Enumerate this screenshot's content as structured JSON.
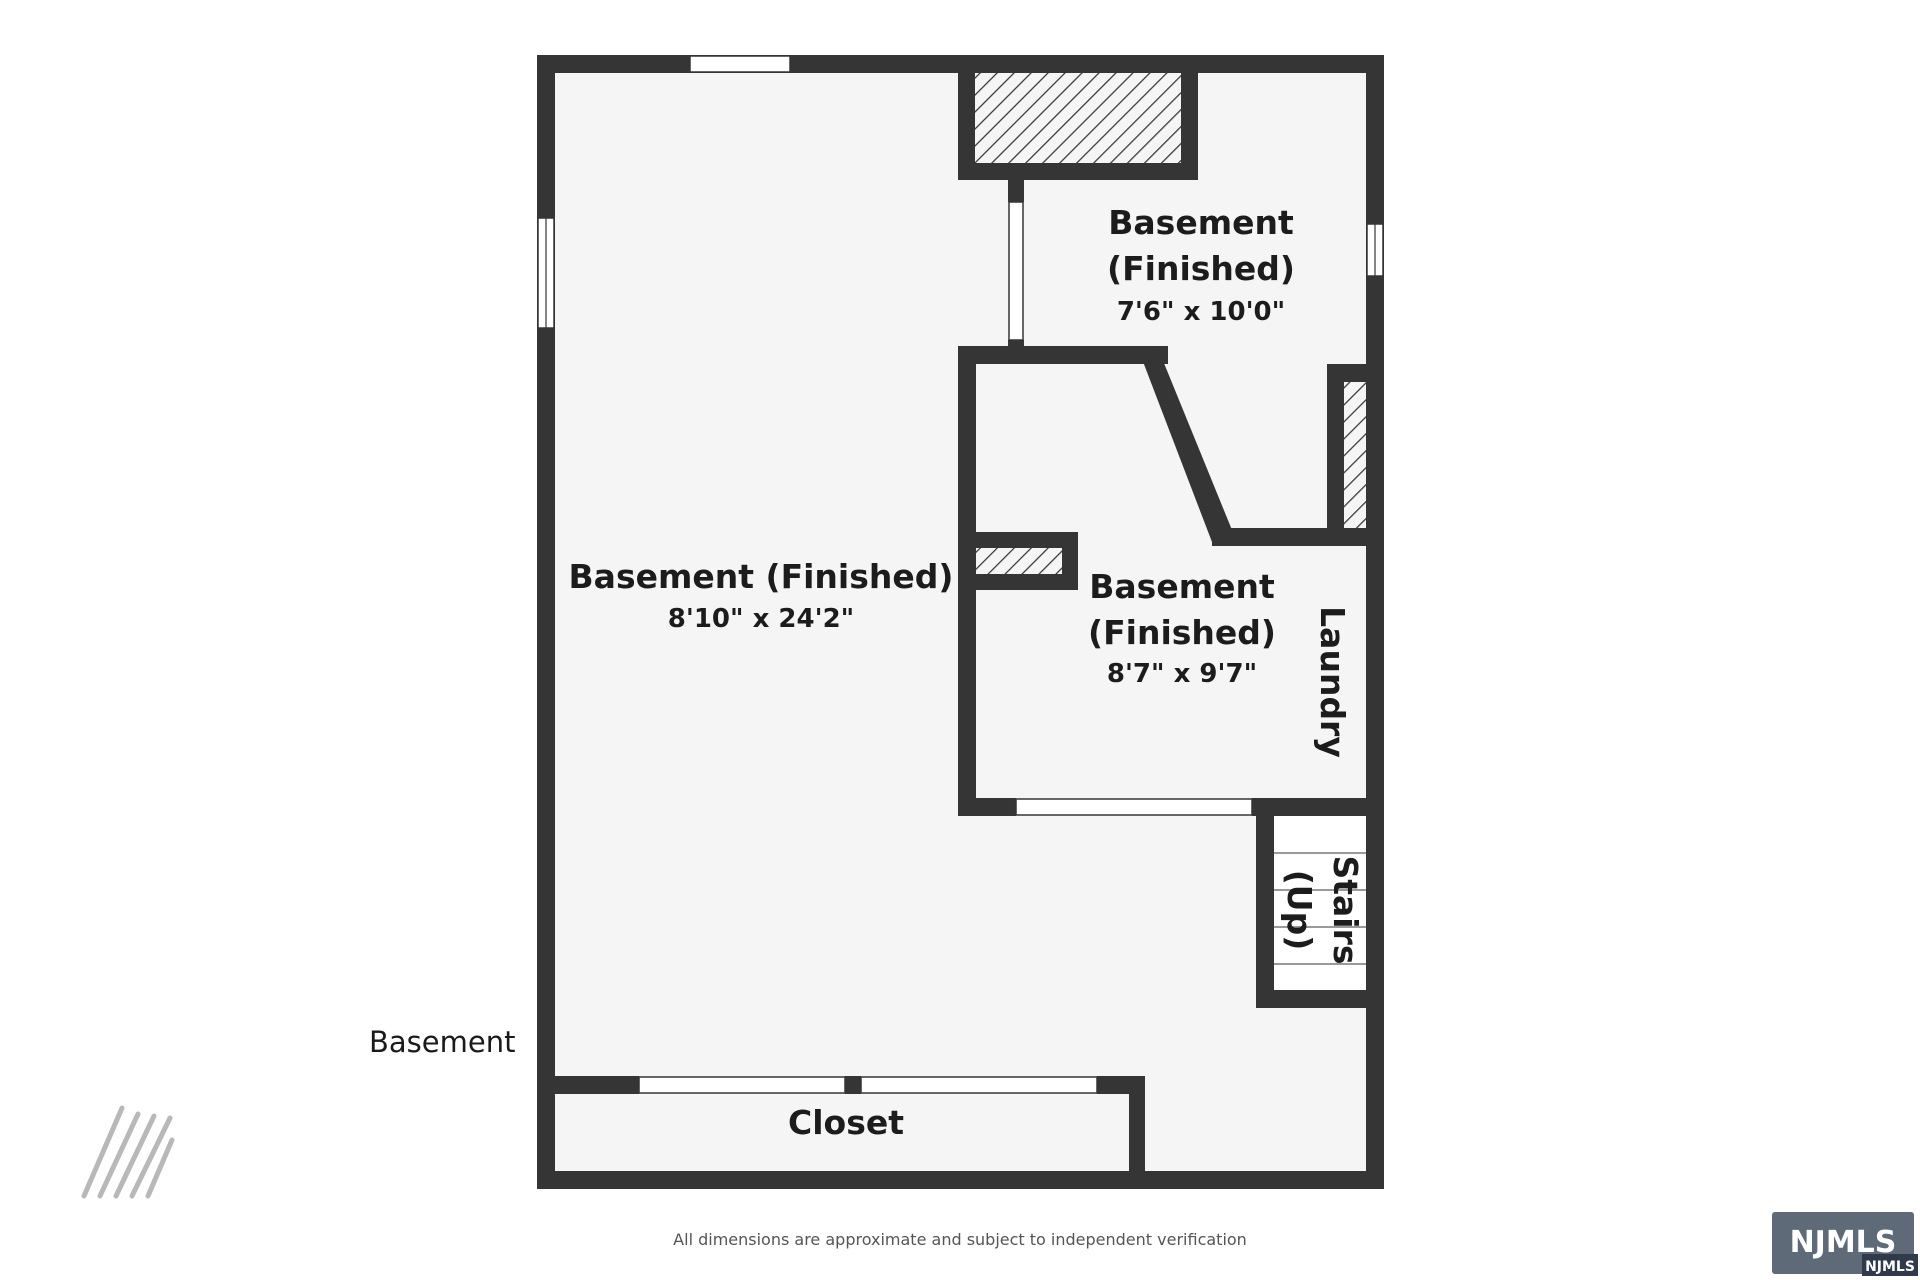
{
  "floor_label": "Basement",
  "disclaimer": "All dimensions are approximate and subject to independent verification",
  "rooms": {
    "main": {
      "title": "Basement (Finished)",
      "dims": "8'10\" x 24'2\""
    },
    "upper_right": {
      "title_line1": "Basement",
      "title_line2": "(Finished)",
      "dims": "7'6\" x 10'0\""
    },
    "middle_right": {
      "title_line1": "Basement",
      "title_line2": "(Finished)",
      "dims": "8'7\" x 9'7\""
    },
    "laundry": {
      "title": "Laundry"
    },
    "stairs": {
      "title_line1": "Stairs",
      "title_line2": "(Up)"
    },
    "closet": {
      "title": "Closet"
    }
  },
  "badge": {
    "main": "NJMLS",
    "small": "NJMLS"
  },
  "colors": {
    "wall": "#353535",
    "floor": "#f5f5f5",
    "badge": "#5e6a78",
    "hatch": "#353535"
  }
}
